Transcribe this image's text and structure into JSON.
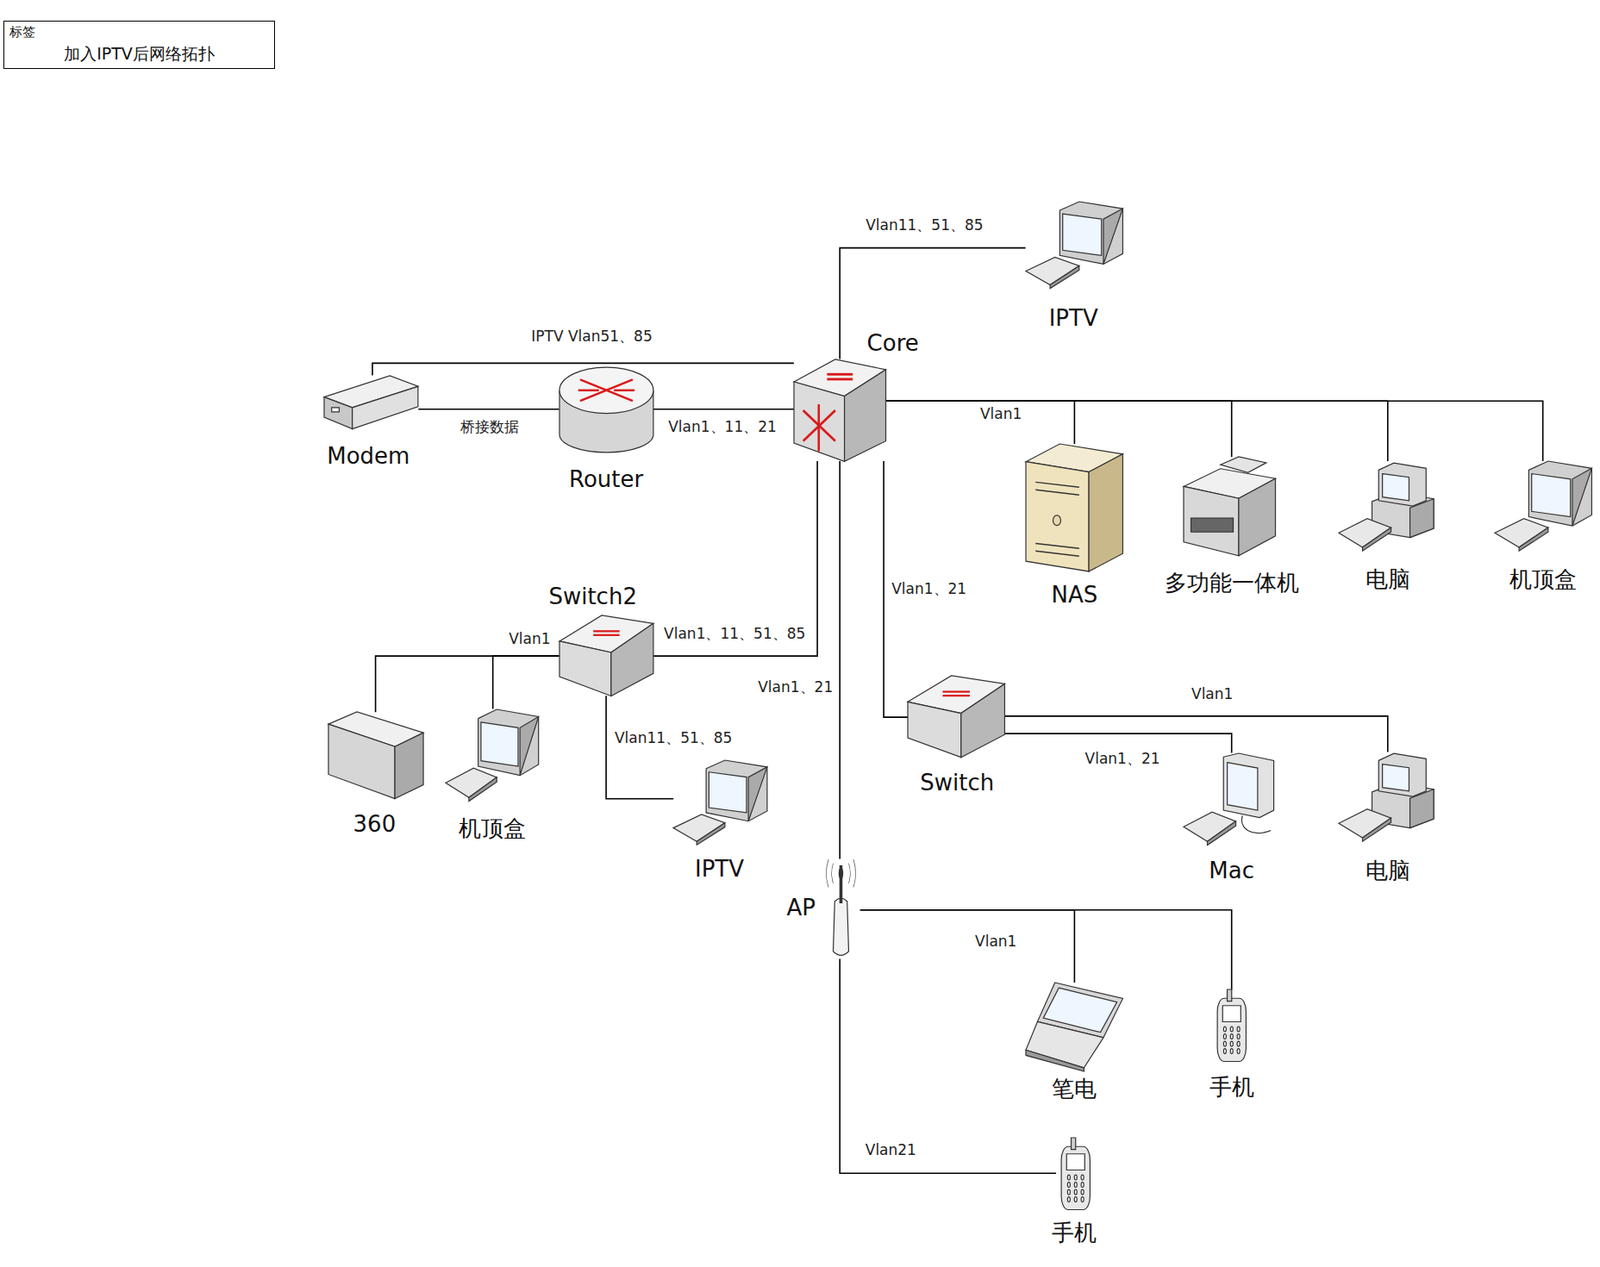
{
  "diagram": {
    "nodes": [
      {
        "text": [
          "标签",
          "加入IPTV后网络拓扑"
        ]
      },
      {
        "text": [
          "IPTV"
        ]
      },
      {
        "text": [
          "Core"
        ]
      },
      {
        "text": [
          "Modem"
        ]
      },
      {
        "text": [
          "Router"
        ]
      },
      {
        "text": [
          "NAS"
        ]
      },
      {
        "text": [
          "多功能一体机"
        ]
      },
      {
        "text": [
          "电脑"
        ]
      },
      {
        "text": [
          "机顶盒"
        ]
      },
      {
        "text": [
          "Switch2"
        ]
      },
      {
        "text": [
          "360"
        ]
      },
      {
        "text": [
          "机顶盒"
        ]
      },
      {
        "text": [
          "IPTV"
        ]
      },
      {
        "text": [
          "Switch"
        ]
      },
      {
        "text": [
          "Mac"
        ]
      },
      {
        "text": [
          "电脑"
        ]
      },
      {
        "text": [
          "AP"
        ]
      },
      {
        "text": [
          "笔电"
        ]
      },
      {
        "text": [
          "手机"
        ]
      },
      {
        "text": [
          "手机"
        ]
      }
    ],
    "edges": [
      {
        "from": 2,
        "to": 1,
        "label": "Vlan11、51、85",
        "arrow": "none"
      },
      {
        "from": 3,
        "to": 2,
        "label": "IPTV Vlan51、85",
        "arrow": "none"
      },
      {
        "from": 3,
        "to": 4,
        "label": "桥接数据",
        "arrow": "none"
      },
      {
        "from": 4,
        "to": 2,
        "label": "Vlan1、11、21",
        "arrow": "none"
      },
      {
        "from": 2,
        "to": 5,
        "label": "Vlan1",
        "arrow": "none"
      },
      {
        "from": 2,
        "to": 6,
        "arrow": "none"
      },
      {
        "from": 2,
        "to": 7,
        "arrow": "none"
      },
      {
        "from": 2,
        "to": 8,
        "arrow": "none"
      },
      {
        "from": 2,
        "to": 9,
        "label": "Vlan1、11、51、85",
        "arrow": "none"
      },
      {
        "from": 2,
        "to": 13,
        "label": "Vlan1、21",
        "arrow": "none"
      },
      {
        "from": 2,
        "to": 16,
        "label": "Vlan1、21",
        "arrow": "none"
      },
      {
        "from": 9,
        "to": 10,
        "label": "Vlan1",
        "arrow": "none"
      },
      {
        "from": 9,
        "to": 11,
        "arrow": "none"
      },
      {
        "from": 9,
        "to": 12,
        "label": "Vlan11、51、85",
        "arrow": "none"
      },
      {
        "from": 13,
        "to": 15,
        "label": "Vlan1",
        "arrow": "none"
      },
      {
        "from": 13,
        "to": 14,
        "label": "Vlan1、21",
        "arrow": "none"
      },
      {
        "from": 16,
        "to": 17,
        "label": "Vlan1",
        "arrow": "none"
      },
      {
        "from": 16,
        "to": 18,
        "arrow": "none"
      },
      {
        "from": 16,
        "to": 19,
        "label": "Vlan21",
        "arrow": "none"
      }
    ]
  }
}
